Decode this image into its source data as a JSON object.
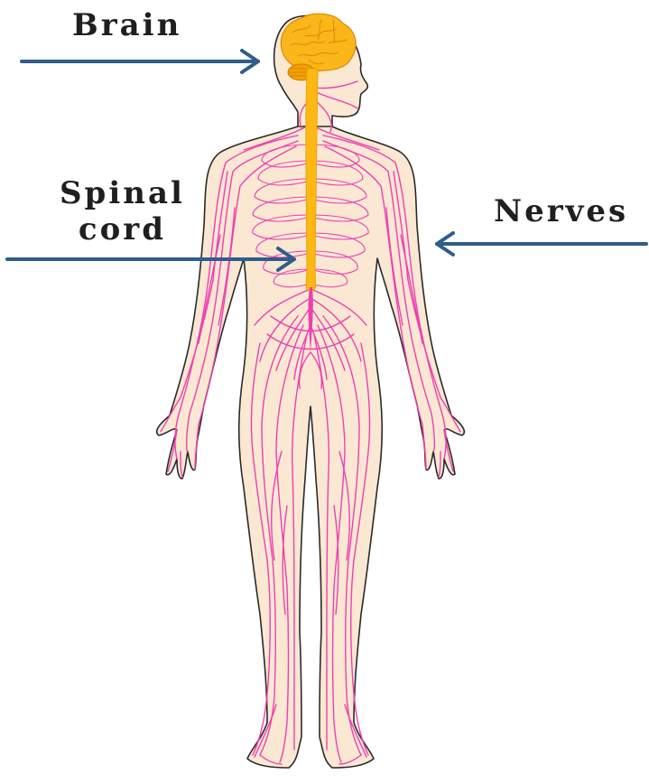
{
  "labels": {
    "brain": "Brain",
    "spinal_line1": "Spinal",
    "spinal_line2": "cord",
    "nerves": "Nerves"
  },
  "colors": {
    "skin": "#fbe8d3",
    "outline": "#2a2a2a",
    "nerve": "#ee3fb2",
    "brain": "#fbb61a",
    "spinal_cord": "#fdb813",
    "arrow": "#2f5d8c",
    "label_text": "#1f1f1f"
  }
}
